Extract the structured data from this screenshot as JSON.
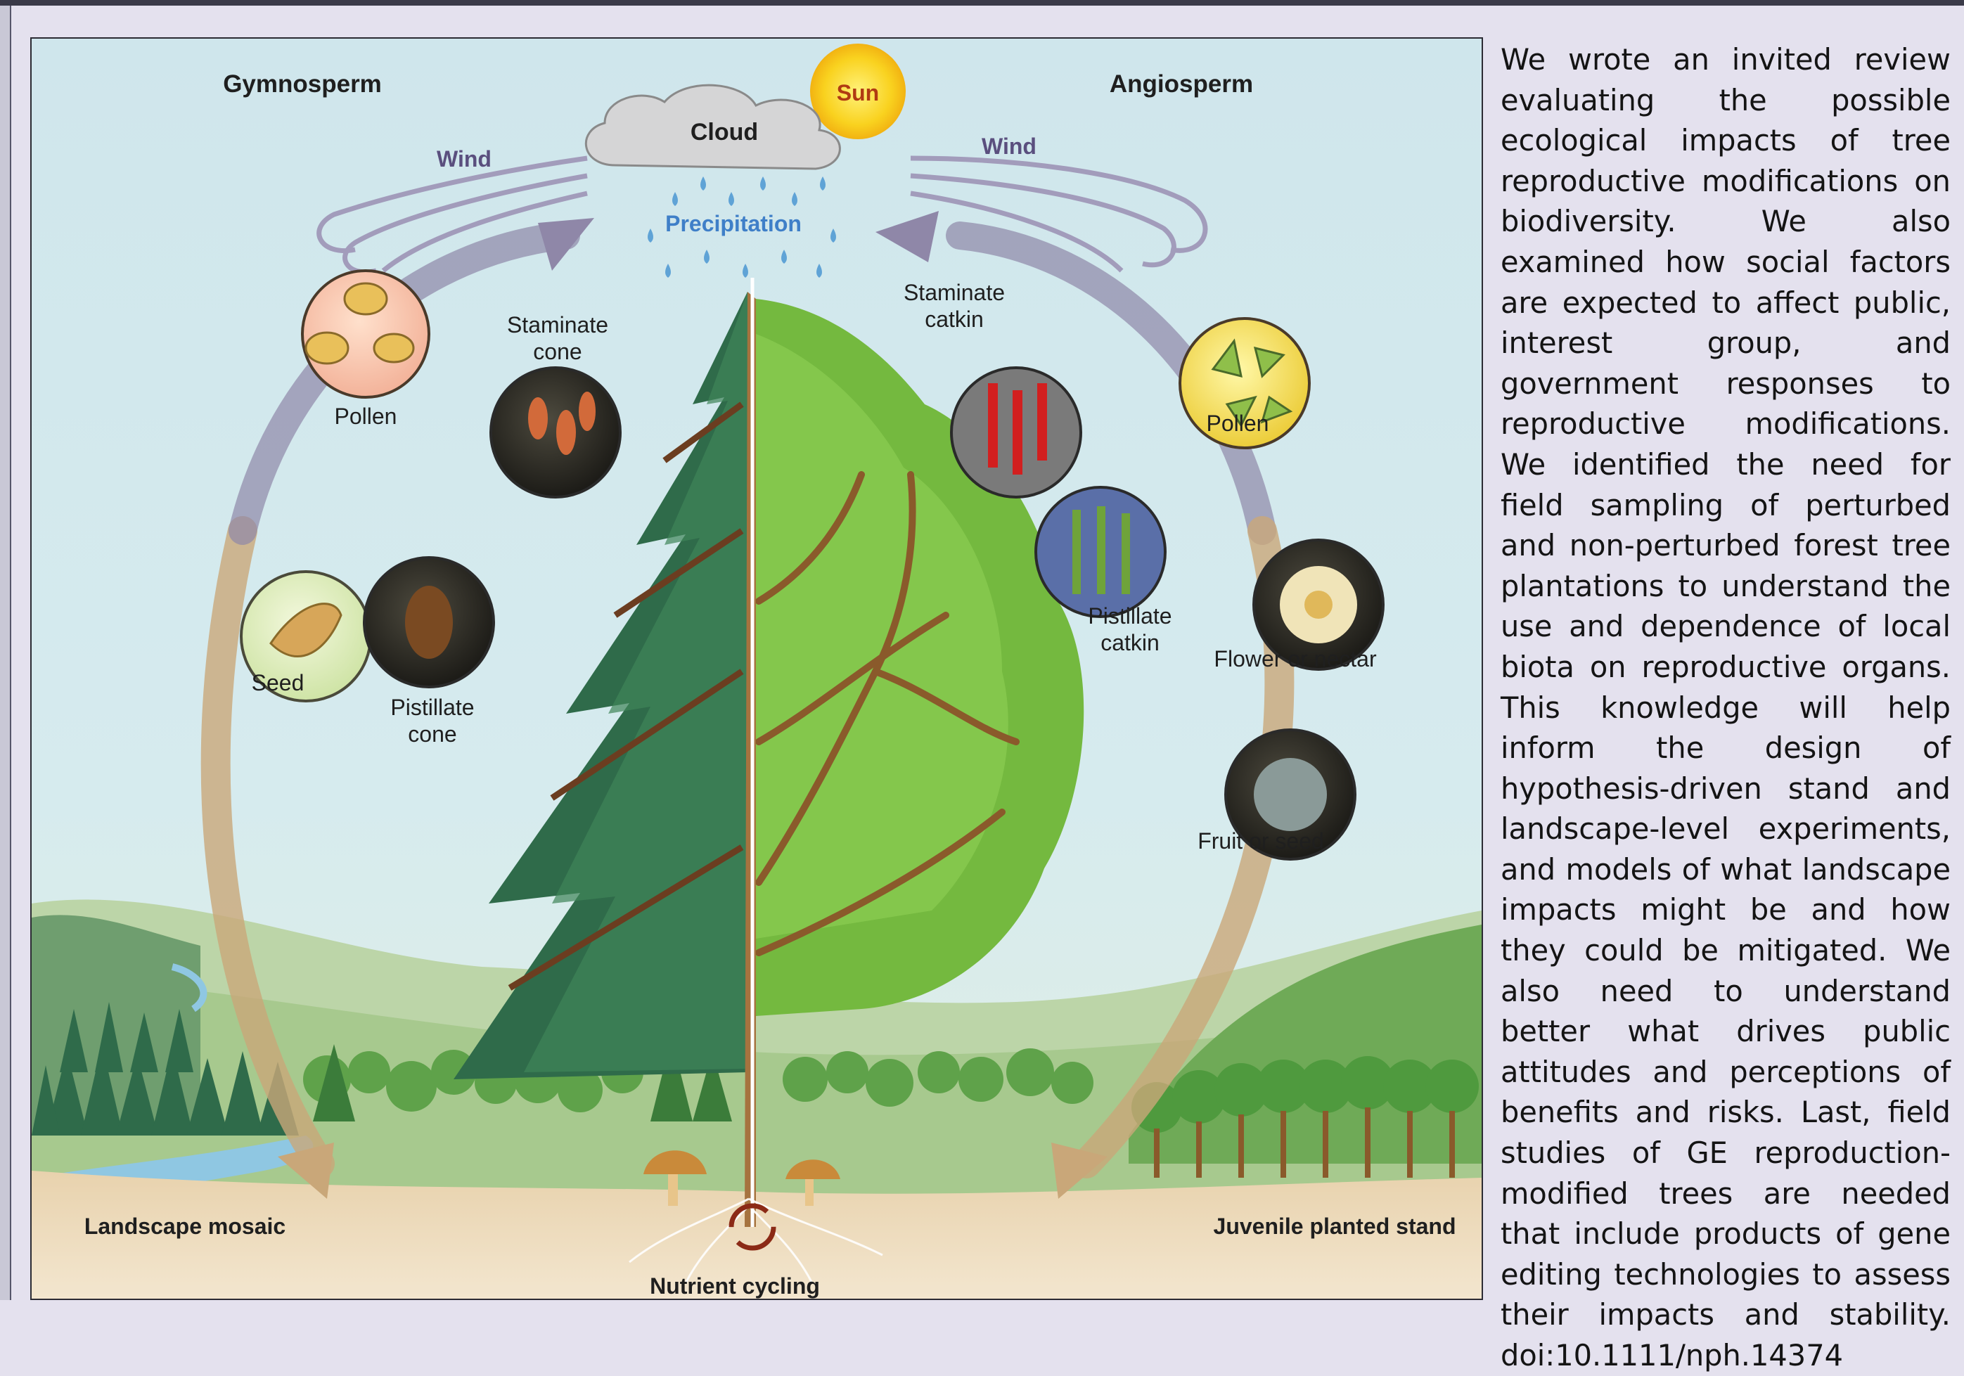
{
  "figure": {
    "labels": {
      "gymnosperm": "Gymnosperm",
      "angiosperm": "Angiosperm",
      "sun": "Sun",
      "cloud": "Cloud",
      "wind_left": "Wind",
      "wind_right": "Wind",
      "precipitation": "Precipitation",
      "pollen_left": "Pollen",
      "pollen_right": "Pollen",
      "staminate_cone_1": "Staminate",
      "staminate_cone_2": "cone",
      "staminate_catkin_1": "Staminate",
      "staminate_catkin_2": "catkin",
      "seed": "Seed",
      "pistillate_cone_1": "Pistillate",
      "pistillate_cone_2": "cone",
      "pistillate_catkin_1": "Pistillate",
      "pistillate_catkin_2": "catkin",
      "flower_or_nectar": "Flower or nectar",
      "fruit_or_seed": "Fruit or seed",
      "landscape_mosaic": "Landscape mosaic",
      "juvenile_planted_stand": "Juvenile planted stand",
      "nutrient_cycling": "Nutrient cycling"
    },
    "colors": {
      "sky": "#cfe6ec",
      "ground": "#e8d2ad",
      "arrow": "#c9a779",
      "arrow_top": "#8f87a8",
      "conifer": "#2f6b4a",
      "broadleaf": "#74b93f",
      "water": "#8fc7e2"
    },
    "icons": [
      "sun-icon",
      "cloud-icon",
      "raindrop-icon",
      "wind-swirl-icon",
      "conifer-tree-icon",
      "broadleaf-tree-icon",
      "mushroom-icon",
      "cycle-arrow-icon"
    ]
  },
  "text": {
    "review": "We wrote an invited review evaluating the possible ecological impacts of tree reproductive modifications on biodiversity. We also examined how social factors are expected to affect public, interest group, and government responses to reproductive modifications. We identified the need for field sampling of perturbed and non-perturbed forest tree plantations to understand the use and dependence of local biota on reproductive organs. This knowledge will help inform the design of hypothesis-driven stand and landscape-level experiments, and models of what landscape impacts might be and how they could be mitigated. We also need to understand better what drives public attitudes and perceptions of benefits and risks. Last, field studies of GE reproduction-modified trees are needed that include products of gene editing technologies to assess their impacts and stability. doi:10.1111/nph.14374"
  }
}
